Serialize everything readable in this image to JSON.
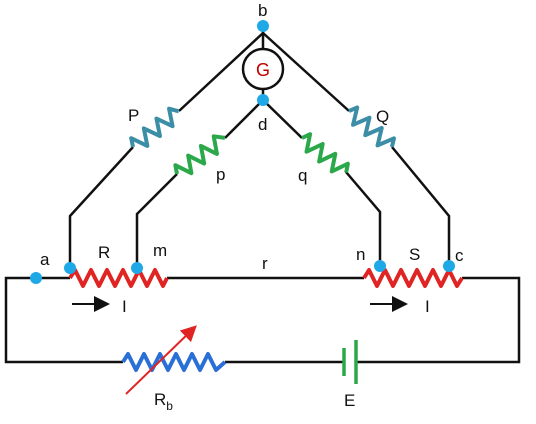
{
  "labels": {
    "b": "b",
    "d": "d",
    "a": "a",
    "c": "c",
    "m": "m",
    "n": "n",
    "r": "r",
    "P": "P",
    "Q": "Q",
    "p": "p",
    "q": "q",
    "R": "R",
    "S": "S",
    "I_left": "I",
    "I_right": "I",
    "Rb_main": "R",
    "Rb_sub": "b",
    "E": "E",
    "G": "G"
  },
  "colors": {
    "wire": "#111111",
    "node": "#1fa8e6",
    "resistor_ratio": "#3b8ea5",
    "resistor_inner": "#2aa84a",
    "resistor_bridge": "#e02424",
    "resistor_rheostat": "#2a6fd6",
    "rheostat_arrow": "#e02424",
    "battery": "#2aa84a",
    "galvanometer_text": "#c00000"
  },
  "icons": {
    "galvanometer": "galvanometer-icon",
    "battery": "battery-icon",
    "rheostat": "variable-resistor-icon"
  }
}
